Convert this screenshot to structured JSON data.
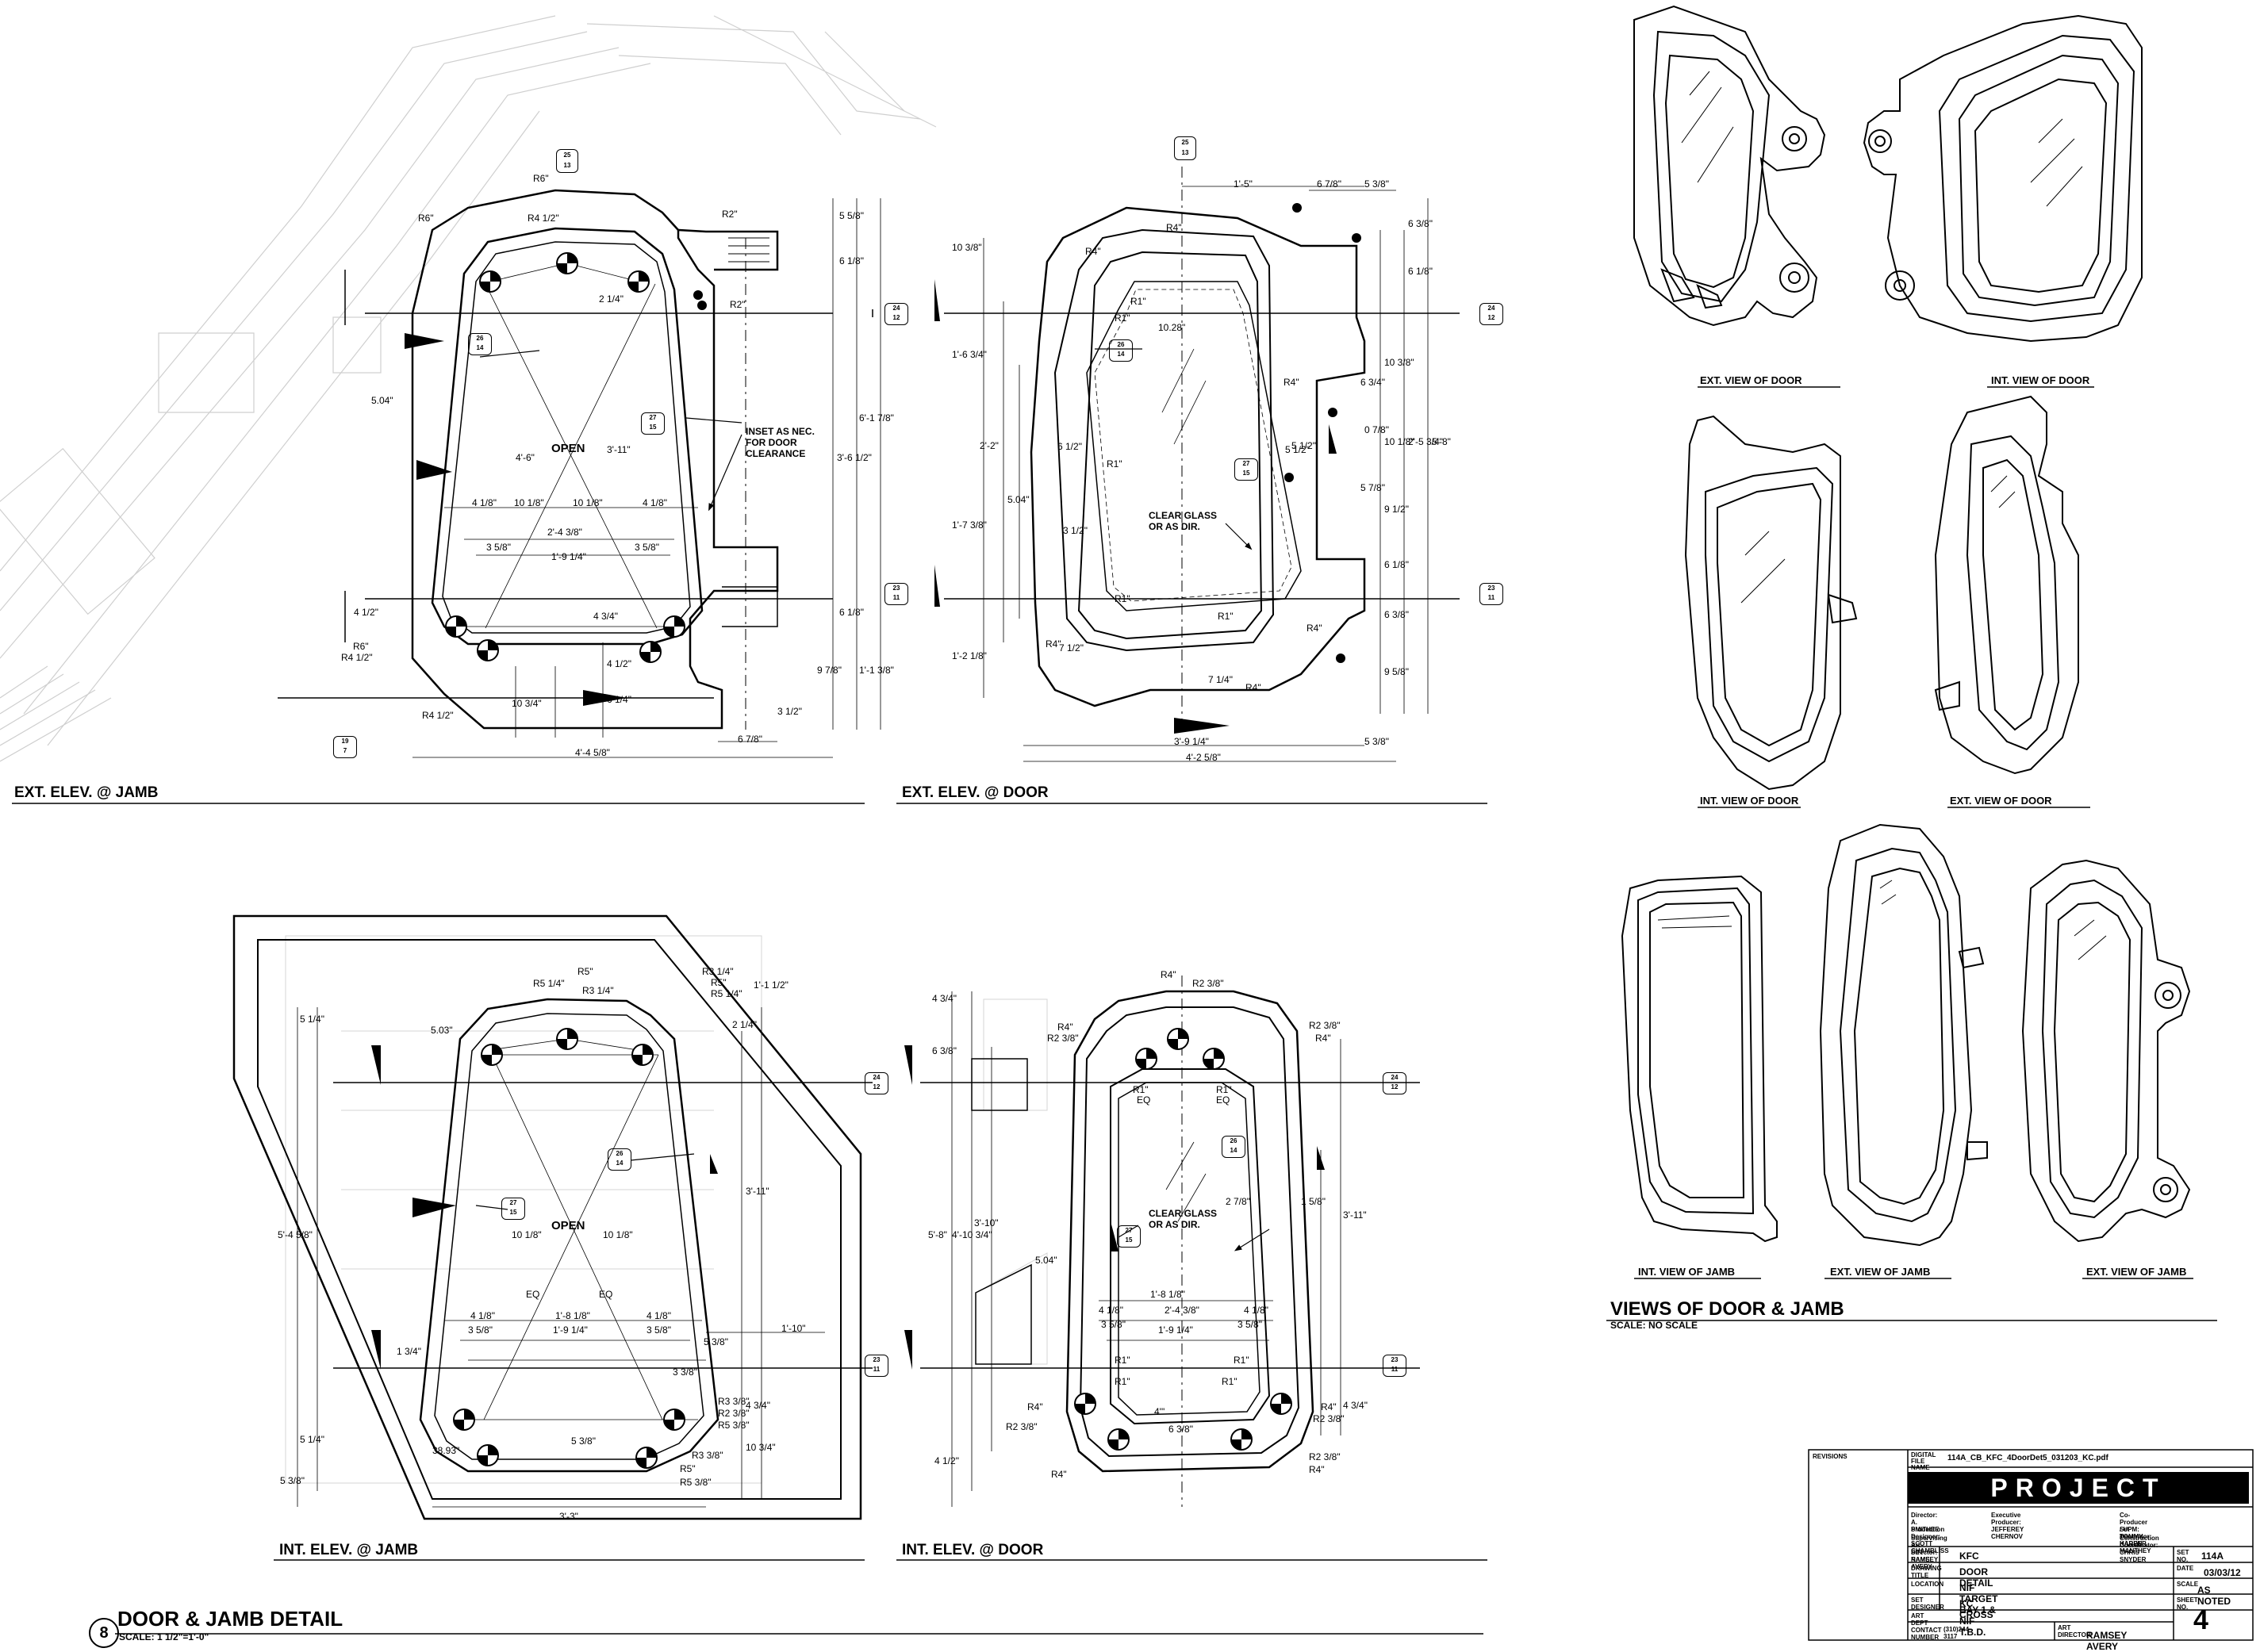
{
  "sheet_title": "DOOR & JAMB DETAIL",
  "sheet_scale": "SCALE: 1 1/2\"=1'-0\"",
  "detail_number": "8",
  "views": {
    "ext_jamb": "EXT. ELEV. @ JAMB",
    "ext_door": "EXT. ELEV. @ DOOR",
    "int_jamb": "INT. ELEV. @ JAMB",
    "int_door": "INT. ELEV. @ DOOR"
  },
  "views_group": {
    "title": "VIEWS OF DOOR & JAMB",
    "scale": "SCALE: NO SCALE",
    "ext_view_door": "EXT. VIEW OF DOOR",
    "int_view_door_1": "INT. VIEW OF DOOR",
    "int_view_door_2": "INT. VIEW OF DOOR",
    "ext_view_door_2": "EXT. VIEW OF DOOR",
    "int_view_jamb": "INT. VIEW OF JAMB",
    "ext_view_jamb_1": "EXT. VIEW OF JAMB",
    "ext_view_jamb_2": "EXT. VIEW OF JAMB"
  },
  "notes": {
    "open_1": "OPEN",
    "open_2": "OPEN",
    "inset": "INSET AS NEC.",
    "inset_2": "FOR DOOR",
    "inset_3": "CLEARANCE",
    "glass_1": "CLEAR GLASS",
    "glass_1b": "OR AS DIR.",
    "glass_2": "CLEAR GLASS",
    "glass_2b": "OR AS DIR."
  },
  "dims_ext_jamb": [
    "R6\"",
    "R4 1/2\"",
    "R6\"",
    "R2\"",
    "R2\"",
    "5 5/8\"",
    "6 1/8\"",
    "2 1/4\"",
    "5.04\"",
    "4'-6\"",
    "3'-11\"",
    "3'-6 1/2\"",
    "6'-1 7/8\"",
    "4 1/8\"",
    "10 1/8\"",
    "10 1/8\"",
    "4 1/8\"",
    "2'-4 3/8\"",
    "3 5/8\"",
    "1'-9 1/4\"",
    "3 5/8\"",
    "4 1/2\"",
    "R6\"",
    "R4 1/2\"",
    "4 3/4\"",
    "4 1/2\"",
    "6 1/4\"",
    "10 3/4\"",
    "R4 1/2\"",
    "6 1/8\"",
    "9 7/8\"",
    "1'-1 3/8\"",
    "3 1/2\"",
    "4'-4 5/8\"",
    "6 7/8\""
  ],
  "dims_ext_door": [
    "1'-5\"",
    "6 7/8\"",
    "5 3/8\"",
    "10 3/8\"",
    "R4\"",
    "R4\"",
    "R1\"",
    "R1\"",
    "10.28\"",
    "1'-6 3/4\"",
    "R4\"",
    "5 1/2\"",
    "6 1/2\"",
    "2'-2\"",
    "1'-7 3/8\"",
    "5.04\"",
    "3 1/2\"",
    "R1\"",
    "R1\"",
    "R1\"",
    "R4\"",
    "R4\"",
    "R4\"",
    "1'-2 1/8\"",
    "7 1/2\"",
    "7 1/4\"",
    "3'-9 1/4\"",
    "4'-2 5/8\"",
    "5 3/8\"",
    "6 3/8\"",
    "6 1/8\"",
    "10 3/8\"",
    "10 1/8\"",
    "9 1/2\"",
    "6 1/8\"",
    "6 3/8\"",
    "9 5/8\"",
    "2'-5 3/4\"",
    "5'-8\"",
    "5 1/2\"",
    "6 3/4\"",
    "0 7/8\"",
    "5 7/8\""
  ],
  "dims_int_jamb": [
    "R5\"",
    "R5 1/4\"",
    "R3 1/4\"",
    "R3 1/4\"",
    "R5\"",
    "R5 1/4\"",
    "1'-1 1/2\"",
    "5.03\"",
    "5 1/4\"",
    "2 1/4\"",
    "3'-11\"",
    "5'-4 5/8\"",
    "10 1/8\"",
    "10 1/8\"",
    "EQ",
    "EQ",
    "4 1/8\"",
    "1'-8 1/8\"",
    "4 1/8\"",
    "3 5/8\"",
    "1'-9 1/4\"",
    "3 5/8\"",
    "1'-10\"",
    "1 3/4\"",
    "5 3/8\"",
    "3 3/8\"",
    "R3 3/8\"",
    "R2 3/8\"",
    "R5 3/8\"",
    "R3 3/8\"",
    "R5\"",
    "R5 3/8\"",
    "38.93\"",
    "5 3/8\"",
    "10 3/4\"",
    "4 3/4\"",
    "3'-3\"",
    "5 1/4\"",
    "5 3/8\""
  ],
  "dims_int_door": [
    "R4\"",
    "R2 3/8\"",
    "R2 3/8\"",
    "R4\"",
    "R2 3/8\"",
    "R4\"",
    "R1\"",
    "EQ",
    "R1\"",
    "EQ",
    "4 3/4\"",
    "6 3/8\"",
    "3'-10\"",
    "4'-10 3/4\"",
    "5'-8\"",
    "1 5/8\"",
    "2 7/8\"",
    "3'-11\"",
    "5.04\"",
    "1'-8 1/8\"",
    "4 1/8\"",
    "2'-4 3/8\"",
    "4 1/8\"",
    "3 5/8\"",
    "1'-9 1/4\"",
    "3 5/8\"",
    "R1\"",
    "R1\"",
    "R1\"",
    "R1\"",
    "R4\"",
    "R2 3/8\"",
    "R4\"",
    "R2 3/8\"",
    "R2 3/8\"",
    "R4\"",
    "6 3/8\"",
    "4'\"",
    "4 1/2\"",
    "R4\"",
    "4 3/4\""
  ],
  "section_tags": [
    {
      "num": "25",
      "sht": "13"
    },
    {
      "num": "24",
      "sht": "12"
    },
    {
      "num": "26",
      "sht": "14"
    },
    {
      "num": "27",
      "sht": "15"
    },
    {
      "num": "23",
      "sht": "11"
    },
    {
      "num": "19",
      "sht": "7"
    }
  ],
  "title_block": {
    "revisions_label": "REVISIONS",
    "digital_file_label": "DIGITAL FILE NAME",
    "digital_file": "114A_CB_KFC_4DoorDet5_031203_KC.pdf",
    "logo": "PROJECT",
    "director": "Director: A. SMITHEE",
    "exec_producer": "Executive Producer: JEFFEREY CHERNOV",
    "co_producer": "Co-Producer / UPM: TOMMY HARPER",
    "production_designer": "Production Designer: SCOTT CHAMBLISS",
    "set_decorator": "Set Decorator: KAREN MANTHEY",
    "supervising_ad": "Supervising Art Director: RAMSEY AVERY",
    "construction": "Construction Coordinator: CHRIS SNYDER",
    "set_name_label": "SET NAME",
    "set_name": "KFC",
    "set_no_label": "SET NO.",
    "set_no": "114A",
    "drawing_title_label": "DRAWING TITLE",
    "drawing_title": "DOOR DETAIL",
    "date_label": "DATE",
    "date": "03/03/12",
    "location_label": "LOCATION",
    "location": "NIF TARGET BAY 1 & NIF T.B.D.",
    "scale_label": "SCALE",
    "scale": "AS NOTED",
    "set_designer_label": "SET DESIGNER",
    "set_designer": "KC CROSS",
    "sheet_no_label": "SHEET NO.",
    "sheet_no": "4",
    "contact_label": "ART DEPT CONTACT NUMBER",
    "contact": "(310)244-3117",
    "art_director_label": "ART DIRECTOR",
    "art_director": "RAMSEY AVERY"
  },
  "colors": {
    "ink": "#000000",
    "faint": "#c8c8c8",
    "paper": "#ffffff"
  }
}
